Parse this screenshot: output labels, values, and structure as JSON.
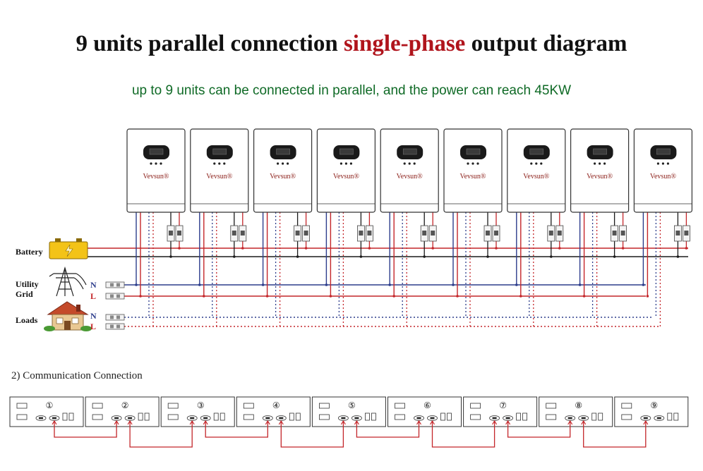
{
  "title": {
    "prefix": "9 units parallel connection",
    "highlight": "single-phase",
    "suffix": "output diagram"
  },
  "subtitle": "up to 9 units can be connected in parallel, and the power can reach 45KW",
  "brand": "Vevsun",
  "brand_mark": "®",
  "labels": {
    "battery": "Battery",
    "utility": "Utility",
    "grid": "Grid",
    "loads": "Loads",
    "neutral": "N",
    "line": "L"
  },
  "communication_title": "2) Communication Connection",
  "unit_numbers": [
    "①",
    "②",
    "③",
    "④",
    "⑤",
    "⑥",
    "⑦",
    "⑧",
    "⑨"
  ],
  "colors": {
    "title": "#111111",
    "highlight": "#b0141c",
    "subtitle": "#0f6a26",
    "red": "#c4262a",
    "blue": "#2d3d8c",
    "black": "#1a1a1a",
    "brand": "#8a1c16"
  },
  "icons": [
    "battery-icon",
    "utility-tower-icon",
    "house-icon",
    "breaker-icon",
    "rj45-port-icon"
  ]
}
